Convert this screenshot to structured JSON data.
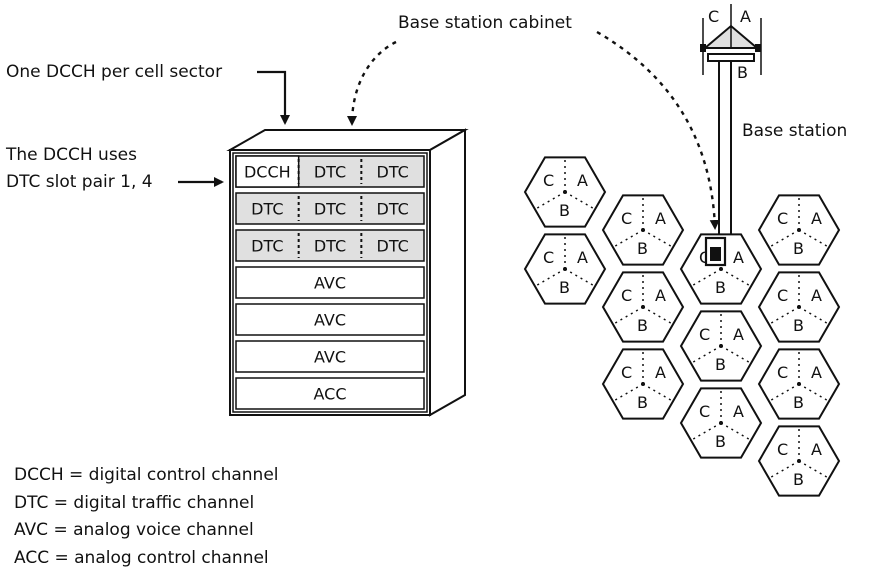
{
  "labels": {
    "dcch_per_sector": "One DCCH per cell sector",
    "dcch_uses_line1": "The DCCH uses",
    "dcch_uses_line2": "DTC slot pair 1, 4",
    "cabinet": "Base station cabinet",
    "base_station": "Base station"
  },
  "cabinet_rows": [
    [
      "DCCH",
      "DTC",
      "DTC"
    ],
    [
      "DTC",
      "DTC",
      "DTC"
    ],
    [
      "DTC",
      "DTC",
      "DTC"
    ],
    [
      "AVC"
    ],
    [
      "AVC"
    ],
    [
      "AVC"
    ],
    [
      "ACC"
    ]
  ],
  "sector_labels": {
    "a": "A",
    "b": "B",
    "c": "C"
  },
  "legend": [
    "DCCH = digital control channel",
    "DTC = digital traffic channel",
    "AVC = analog voice channel",
    "ACC = analog control channel"
  ],
  "colors": {
    "stroke": "#111111",
    "shaded_slot": "#e0e0e0",
    "background": "#ffffff"
  }
}
